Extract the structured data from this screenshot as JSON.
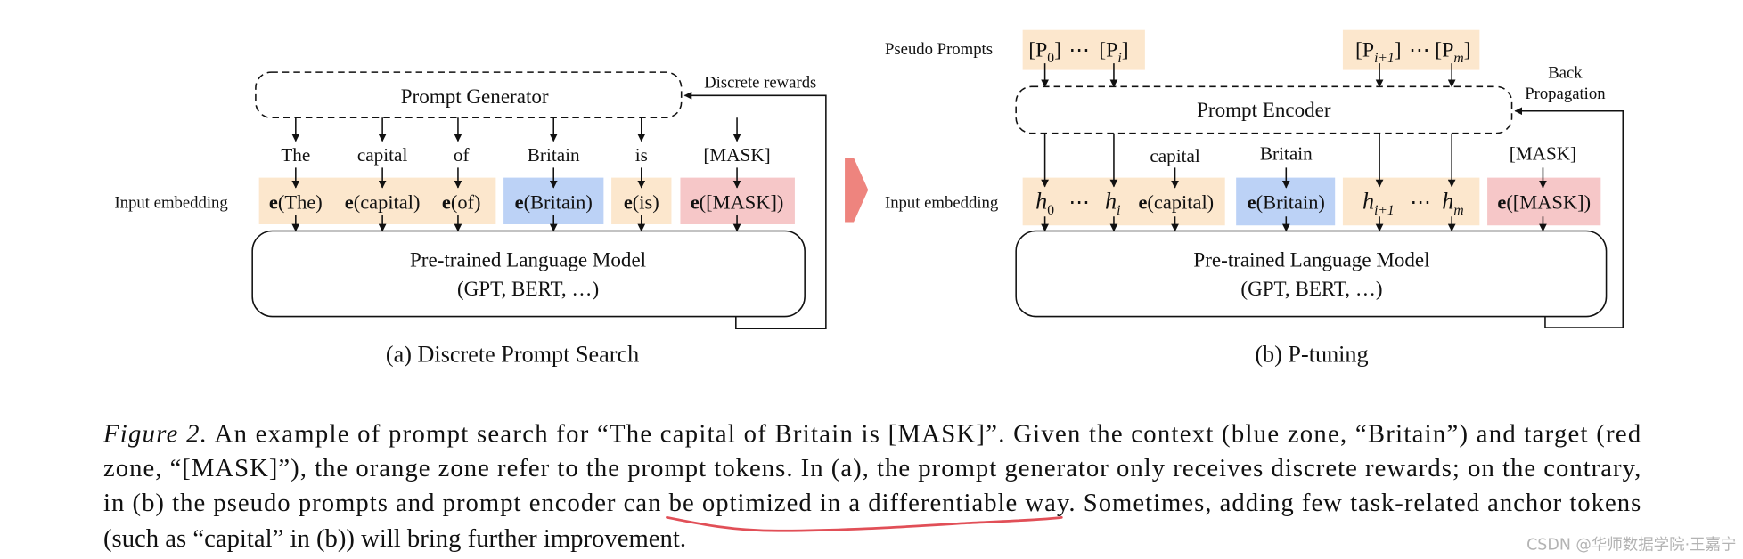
{
  "figure": {
    "panel_a": {
      "generator": "Prompt Generator",
      "rewards": "Discrete rewards",
      "input_embedding": "Input embedding",
      "tokens": [
        "The",
        "capital",
        "of",
        "Britain",
        "is",
        "[MASK]"
      ],
      "embed_fn": "e",
      "embeddings": [
        "(The)",
        "(capital)",
        "(of)",
        "(Britain)",
        "(is)",
        "([MASK])"
      ],
      "model": "Pre-trained Language Model",
      "model_examples": "(GPT, BERT, …)",
      "caption": "(a) Discrete Prompt Search"
    },
    "panel_b": {
      "pseudo_prompts_label": "Pseudo Prompts",
      "encoder": "Prompt Encoder",
      "backprop_line1": "Back",
      "backprop_line2": "Propagation",
      "input_embedding": "Input embedding",
      "ellipsis": "⋯",
      "bracket_open": "[",
      "bracket_close": "]",
      "prompt_symbol": "P",
      "hidden_symbol": "h",
      "subscripts": [
        "0",
        "i",
        "i+1",
        "m"
      ],
      "tokens": [
        "capital",
        "Britain",
        "[MASK]"
      ],
      "embed_fn": "e",
      "embeddings": [
        "(capital)",
        "(Britain)",
        "([MASK])"
      ],
      "model": "Pre-trained Language Model",
      "model_examples": "(GPT, BERT, …)",
      "caption": "(b) P-tuning"
    },
    "zone_colors": {
      "prompt": "#fce7cd",
      "context": "#bcd2f6",
      "target": "#f6c7c8"
    },
    "transition_arrow_color": "#ee847e"
  },
  "caption": {
    "label": "Figure 2.",
    "lines": [
      "An example of prompt search for “The capital of Britain is [MASK]”. Given the context (blue zone, “Britain”) and target (red",
      "zone, “[MASK]”), the orange zone refer to the prompt tokens. In (a), the prompt generator only receives discrete rewards; on the contrary,",
      "in (b) the pseudo prompts and prompt encoder can be optimized in a differentiable way. Sometimes, adding few task-related anchor tokens",
      "(such as “capital” in (b)) will bring further improvement."
    ]
  },
  "annotation_color": "#e14f57",
  "watermark": "CSDN @华师数据学院·王嘉宁"
}
